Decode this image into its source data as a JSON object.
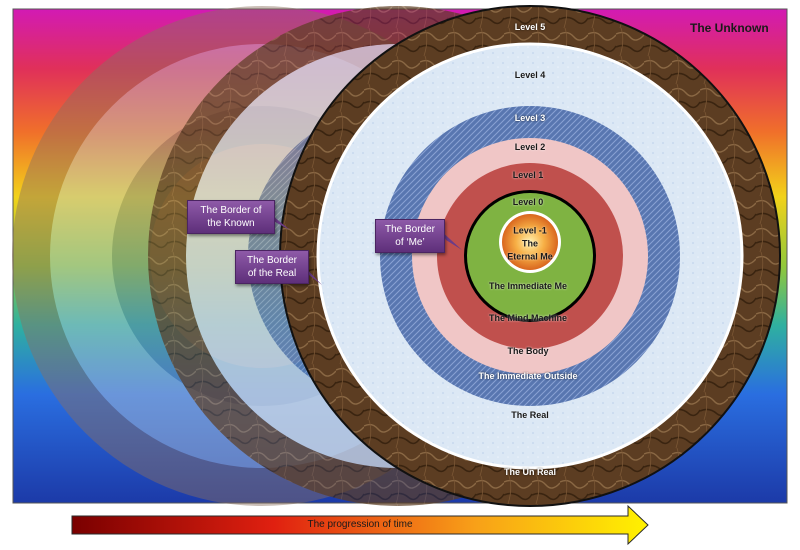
{
  "title": "The Unknown",
  "levels": {
    "level5": "Level 5",
    "level4": "Level 4",
    "level3": "Level 3",
    "level2": "Level 2",
    "level1": "Level 1",
    "level0": "Level 0",
    "level_minus1": "Level -1",
    "level_minus1_sub1": "The",
    "level_minus1_sub2": "Eternal Me"
  },
  "rings": {
    "immediate_me": "The Immediate Me",
    "mind_machine": "The Mind Machine",
    "body": "The Body",
    "immediate_outside": "The Immediate Outside",
    "real": "The Real",
    "unreal": "The Un Real"
  },
  "callouts": {
    "known_1": "The Border of",
    "known_2": "the Known",
    "real_1": "The Border",
    "real_2": "of the Real",
    "me_1": "The Border",
    "me_2": "of ‘Me’"
  },
  "timeline": {
    "label": "The progression of time"
  },
  "colors": {
    "outer_ring": "#5a3a22",
    "level4": "#dce8f5",
    "level3": "#5b78b0",
    "level2": "#f0c6c6",
    "level1": "#c0504d",
    "level0": "#7fb342",
    "callout": "#7a459a"
  }
}
